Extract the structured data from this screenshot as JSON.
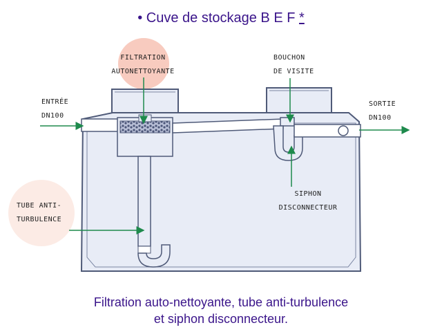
{
  "title": {
    "bullet": "•",
    "text": "Cuve de stockage B E F",
    "link": "*"
  },
  "labels": {
    "entree_line1": "ENTRÉE",
    "entree_line2": "DN100",
    "filtration_line1": "FILTRATION",
    "filtration_line2": "AUTONETTOYANTE",
    "bouchon_line1": "BOUCHON",
    "bouchon_line2": "DE VISITE",
    "sortie_line1": "SORTIE",
    "sortie_line2": "DN100",
    "tube_line1": "TUBE ANTI-",
    "tube_line2": "TURBULENCE",
    "siphon_line1": "SIPHON",
    "siphon_line2": "DISCONNECTEUR"
  },
  "caption": {
    "line1": "Filtration auto-nettoyante, tube anti-turbulence",
    "line2": "et siphon disconnecteur."
  },
  "colors": {
    "tank_fill": "#e8ecf6",
    "outline": "#4f5a78",
    "arrow": "#1e8a4c",
    "highlight": "#f3a994",
    "title_text": "#3a148a"
  }
}
